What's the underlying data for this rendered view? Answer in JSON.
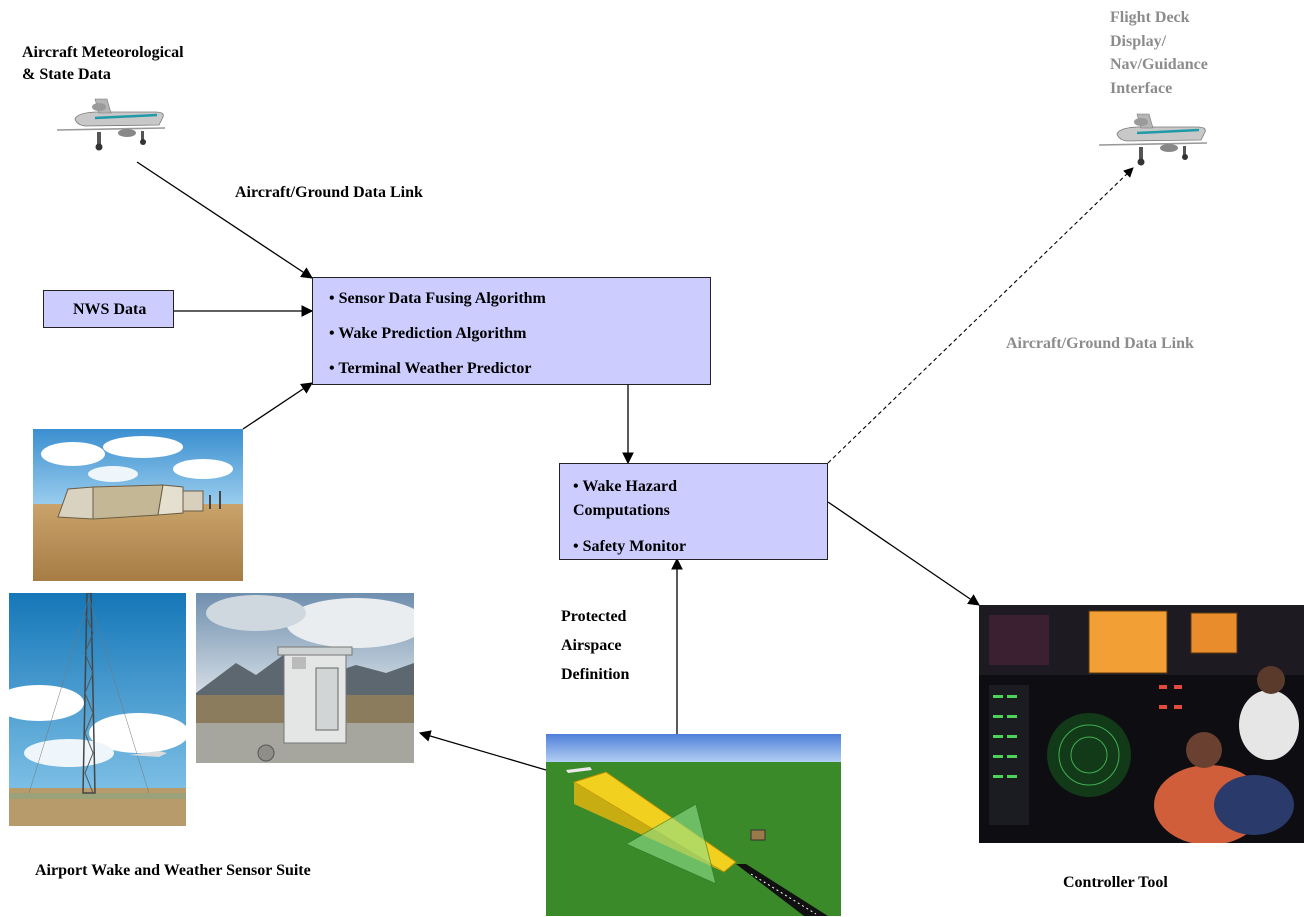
{
  "labels": {
    "aircraft_met": [
      "Aircraft Meteorological",
      "& State Data"
    ],
    "datalink_left": "Aircraft/Ground Data Link",
    "datalink_right": "Aircraft/Ground Data Link",
    "flight_deck": [
      "Flight Deck",
      "Display/",
      "Nav/Guidance",
      "Interface"
    ],
    "protected": [
      "Protected",
      "Airspace",
      "Definition"
    ],
    "sensor_suite": "Airport Wake and Weather Sensor Suite",
    "controller_tool": "Controller Tool"
  },
  "nws_box": {
    "label": "NWS Data"
  },
  "algorithm_box": {
    "items": [
      "• Sensor Data Fusing Algorithm",
      "• Wake Prediction Algorithm",
      "• Terminal Weather Predictor"
    ]
  },
  "hazard_box": {
    "items": [
      "• Wake Hazard",
      "Computations",
      "• Safety Monitor"
    ]
  },
  "colors": {
    "box_fill": "#ccccff",
    "grey_text": "#8c8c8c",
    "aircraft_stripe": "#1f9aa6"
  }
}
